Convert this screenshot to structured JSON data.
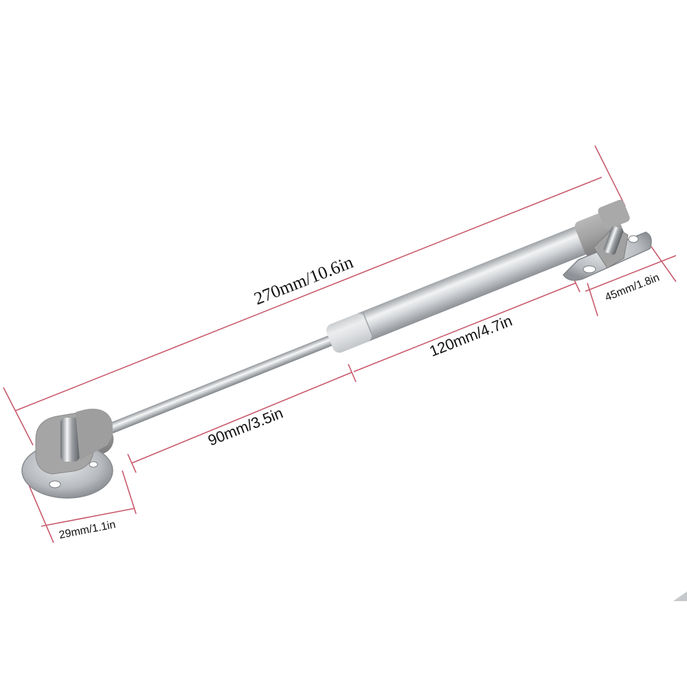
{
  "product": {
    "name": "gas-spring-lift-support",
    "colors": {
      "dimension_line": "#c8586b",
      "cylinder_silver": "#c9ccd0",
      "rod_silver": "#d6d8da",
      "end_cap_gray": "#9b9b9b",
      "bracket_metal": "#a3a7ab"
    }
  },
  "dimensions": {
    "total_length": "270mm/10.6in",
    "cylinder_length": "120mm/4.7in",
    "rod_length": "90mm/3.5in",
    "right_bracket_width": "45mm/1.8in",
    "left_bracket_width": "29mm/1.1in"
  }
}
